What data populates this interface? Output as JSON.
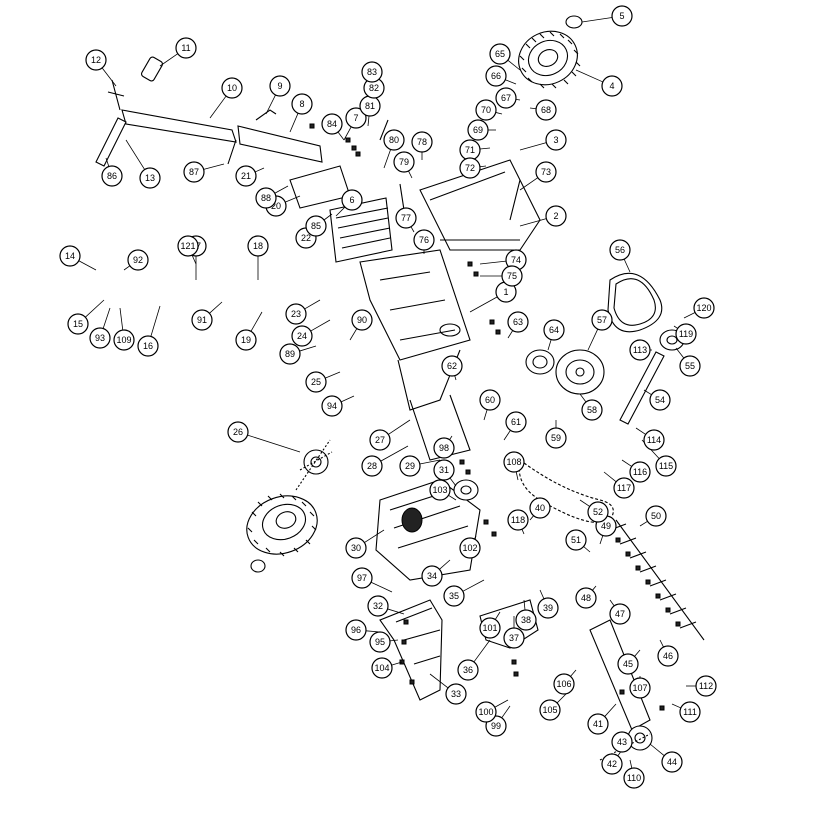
{
  "diagram": {
    "callouts": [
      "1",
      "2",
      "3",
      "4",
      "5",
      "6",
      "7",
      "8",
      "9",
      "10",
      "11",
      "12",
      "13",
      "14",
      "15",
      "16",
      "17",
      "18",
      "19",
      "20",
      "21",
      "22",
      "23",
      "24",
      "25",
      "26",
      "27",
      "28",
      "29",
      "30",
      "31",
      "32",
      "33",
      "34",
      "35",
      "36",
      "37",
      "38",
      "39",
      "40",
      "41",
      "42",
      "43",
      "44",
      "45",
      "46",
      "47",
      "48",
      "49",
      "50",
      "51",
      "52",
      "54",
      "55",
      "56",
      "57",
      "58",
      "59",
      "60",
      "61",
      "62",
      "63",
      "64",
      "65",
      "66",
      "67",
      "68",
      "69",
      "70",
      "71",
      "72",
      "73",
      "74",
      "75",
      "76",
      "77",
      "78",
      "79",
      "80",
      "81",
      "82",
      "83",
      "84",
      "85",
      "86",
      "87",
      "88",
      "89",
      "90",
      "91",
      "92",
      "93",
      "94",
      "95",
      "96",
      "97",
      "98",
      "99",
      "100",
      "101",
      "102",
      "103",
      "104",
      "105",
      "106",
      "107",
      "108",
      "109",
      "110",
      "111",
      "112",
      "113",
      "114",
      "115",
      "116",
      "117",
      "118",
      "119",
      "120",
      "121"
    ]
  }
}
